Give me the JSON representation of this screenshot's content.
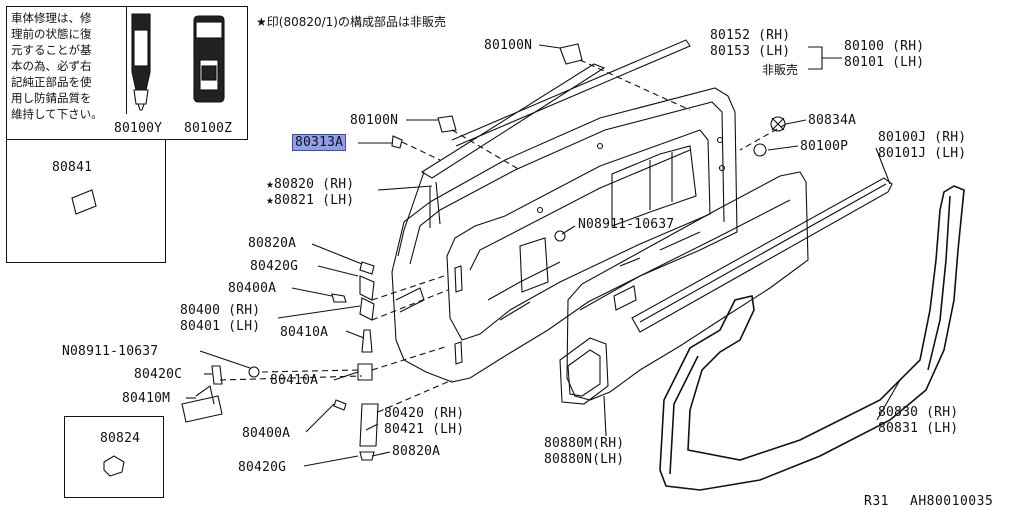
{
  "header_note": "★印(80820/1)の構成部品は非販売",
  "note_box": {
    "text_lines": [
      "車体修理は、修",
      "理前の状態に復",
      "元することが基",
      "本の為、必ず右",
      "記純正部品を使",
      "用し防錆品質を",
      "維持して下さい。"
    ],
    "parts": [
      "80100Y",
      "80100Z"
    ]
  },
  "labels": {
    "p80841": "80841",
    "p80824": "80824",
    "p80100N_top": "80100N",
    "p80152": "80152 (RH)",
    "p80153": "80153 (LH)",
    "p80100": "80100 (RH)",
    "p80101": "80101 (LH)",
    "not_for_sale": "非販売",
    "p80100N_mid": "80100N",
    "p80313A": "80313A",
    "p80834A": "80834A",
    "p80100P": "80100P",
    "p80100J": "80100J (RH)",
    "p80101J": "80101J (LH)",
    "p80820": "★80820 (RH)",
    "p80821": "★80821 (LH)",
    "p08911_upper": "N08911-10637",
    "p80820A_top": "80820A",
    "p80420G_top": "80420G",
    "p80400A_top": "80400A",
    "p80400": "80400 (RH)",
    "p80401": "80401 (LH)",
    "p80410A_top": "80410A",
    "p08911_lower": "N08911-10637",
    "p80420C": "80420C",
    "p80410M": "80410M",
    "p80410A_low": "80410A",
    "p80400A_low": "80400A",
    "p80420": "80420 (RH)",
    "p80421": "80421 (LH)",
    "p80420G_low": "80420G",
    "p80820A_low": "80820A",
    "p80880M": "80880M(RH)",
    "p80880N": "80880N(LH)",
    "p80830": "80830 (RH)",
    "p80831": "80831 (LH)"
  },
  "footer": {
    "model": "R31",
    "code": "AH80010035"
  },
  "highlight_color": "#8fa0e6"
}
